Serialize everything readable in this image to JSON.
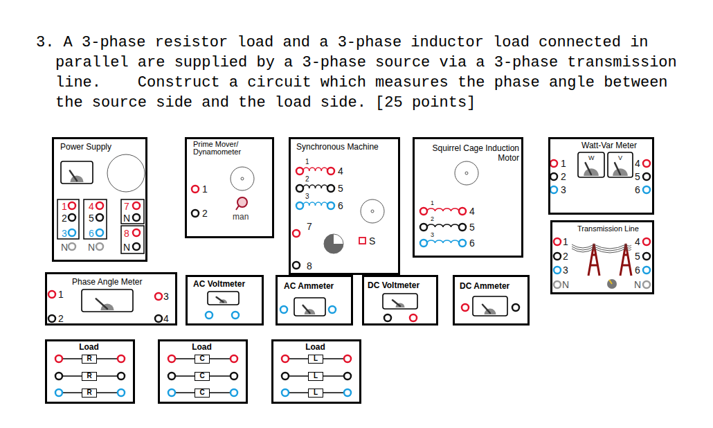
{
  "diagram": {
    "title": "3. A 3-phase resistor load and a 3-phase inductor load connected in parallel are supplied by a 3-phase source via a 3-phase transmission line.    Construct a circuit which measures the phase angle between the source side and the load side. [25 points]",
    "nodes": [
      {
        "text": [
          "Power Supply"
        ]
      },
      {
        "text": [
          "Prime Mover/ Dynamometer"
        ]
      },
      {
        "text": [
          "Synchronous Machine"
        ]
      },
      {
        "text": [
          "Squirrel Cage Induction Motor"
        ]
      },
      {
        "text": [
          "Watt-Var Meter"
        ]
      },
      {
        "text": [
          "Transmission Line"
        ]
      },
      {
        "text": [
          "Phase Angle Meter"
        ]
      },
      {
        "text": [
          "AC Voltmeter"
        ]
      },
      {
        "text": [
          "AC Ammeter"
        ]
      },
      {
        "text": [
          "DC Voltmeter"
        ]
      },
      {
        "text": [
          "DC Ammeter"
        ]
      },
      {
        "text": [
          "Load"
        ]
      },
      {
        "text": [
          "R"
        ],
        "in": 11
      },
      {
        "text": [
          "R"
        ],
        "in": 11
      },
      {
        "text": [
          "R"
        ],
        "in": 11
      },
      {
        "text": [
          "Load"
        ]
      },
      {
        "text": [
          "C"
        ],
        "in": 15
      },
      {
        "text": [
          "C"
        ],
        "in": 15
      },
      {
        "text": [
          "C"
        ],
        "in": 15
      },
      {
        "text": [
          "Load"
        ]
      },
      {
        "text": [
          "L"
        ],
        "in": 19
      },
      {
        "text": [
          "L"
        ],
        "in": 19
      },
      {
        "text": [
          "L"
        ],
        "in": 19
      }
    ],
    "labels": [
      "1",
      "4",
      "7",
      "2",
      "5",
      "N",
      "3",
      "6",
      "8",
      "N",
      "N",
      "N",
      "1",
      "2",
      "man",
      "1",
      "4",
      "2",
      "5",
      "3",
      "6",
      "7",
      "8",
      "S",
      "1",
      "4",
      "2",
      "5",
      "3",
      "6",
      "1",
      "W",
      "V",
      "4",
      "2",
      "5",
      "3",
      "6",
      "1",
      "4",
      "2",
      "5",
      "3",
      "6",
      "N",
      "N",
      "1",
      "3",
      "2",
      "4"
    ]
  }
}
